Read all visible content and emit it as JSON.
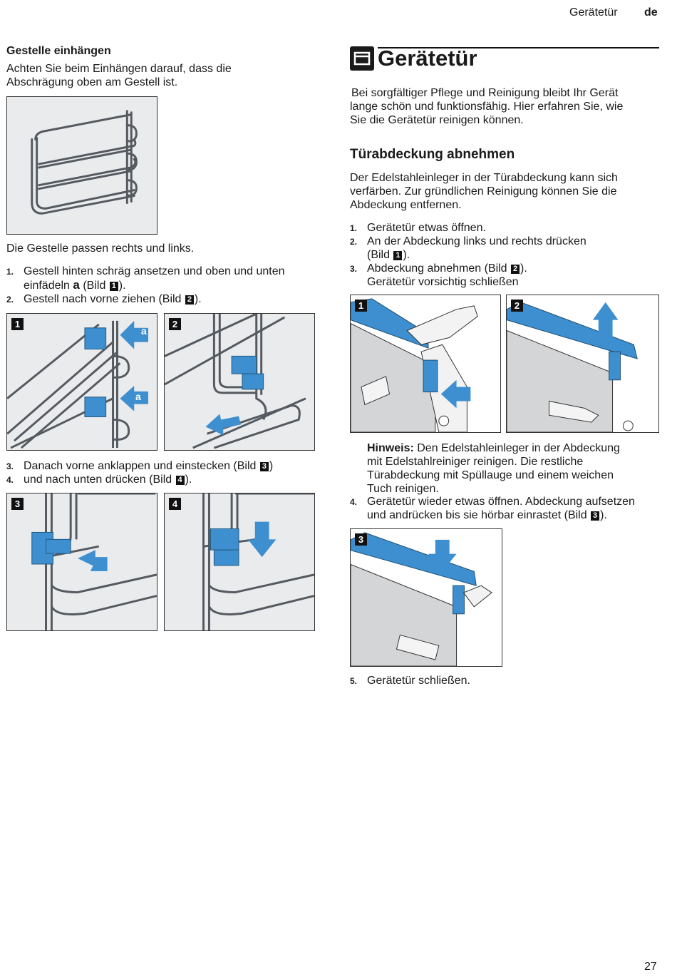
{
  "header": {
    "title": "Gerätetür",
    "lang": "de"
  },
  "left": {
    "heading": "Gestelle einhängen",
    "intro_lines": [
      "Achten Sie beim Einhängen darauf, dass die",
      "Abschrägung oben am Gestell ist."
    ],
    "fits_text": "Die Gestelle passen rechts und links.",
    "steps_a": [
      {
        "num": "1.",
        "lines": [
          "Gestell hinten schräg ansetzen und oben und unten",
          "einfädeln"
        ],
        "marker": "a",
        "ref_prefix": "(Bild ",
        "ref": "1",
        "ref_suffix": ")."
      },
      {
        "num": "2.",
        "text": "Gestell nach vorne ziehen (Bild ",
        "ref": "2",
        "suffix": ")."
      }
    ],
    "steps_b": [
      {
        "num": "3.",
        "text": "Danach vorne anklappen und einstecken (Bild ",
        "ref": "3",
        "suffix": ")"
      },
      {
        "num": "4.",
        "text": "und nach unten drücken (Bild ",
        "ref": "4",
        "suffix": ")."
      }
    ],
    "figure_labels": [
      "1",
      "2",
      "3",
      "4"
    ],
    "marker_labels": [
      "a",
      "a"
    ]
  },
  "right": {
    "title": "Gerätetür",
    "intro_lines": [
      "Bei sorgfältiger Pflege und Reinigung bleibt Ihr Gerät",
      "lange schön und funktionsfähig. Hier erfahren Sie, wie",
      "Sie die Gerätetür reinigen können."
    ],
    "subheading": "Türabdeckung abnehmen",
    "sub_intro_lines": [
      "Der Edelstahleinleger in der Türabdeckung kann sich",
      "verfärben. Zur gründlichen Reinigung können Sie die",
      "Abdeckung entfernen."
    ],
    "steps": [
      {
        "num": "1.",
        "text": "Gerätetür etwas öffnen."
      },
      {
        "num": "2.",
        "line1": "An der Abdeckung links und rechts drücken",
        "line2_prefix": "(Bild ",
        "ref": "1",
        "line2_suffix": ")."
      },
      {
        "num": "3.",
        "line1_prefix": "Abdeckung abnehmen (Bild ",
        "ref": "2",
        "line1_suffix": ").",
        "line2": "Gerätetür vorsichtig schließen"
      }
    ],
    "hint": {
      "label": "Hinweis:",
      "lines": [
        "Den Edelstahleinleger in der Abdeckung",
        "mit Edelstahlreiniger reinigen. Die restliche",
        "Türabdeckung mit Spüllauge und einem weichen",
        "Tuch reinigen."
      ]
    },
    "step4": {
      "num": "4.",
      "line1": "Gerätetür wieder etwas öffnen. Abdeckung aufsetzen",
      "line2_prefix": "und andrücken bis sie hörbar einrastet (Bild ",
      "ref": "3",
      "line2_suffix": ")."
    },
    "step5": {
      "num": "5.",
      "text": "Gerätetür schließen."
    },
    "figure_labels": [
      "1",
      "2",
      "3"
    ]
  },
  "footer": {
    "page_number": "27"
  },
  "colors": {
    "accent_blue": "#3d8fd0",
    "figure_bg": "#e9ebed",
    "wire": "#555a60"
  }
}
